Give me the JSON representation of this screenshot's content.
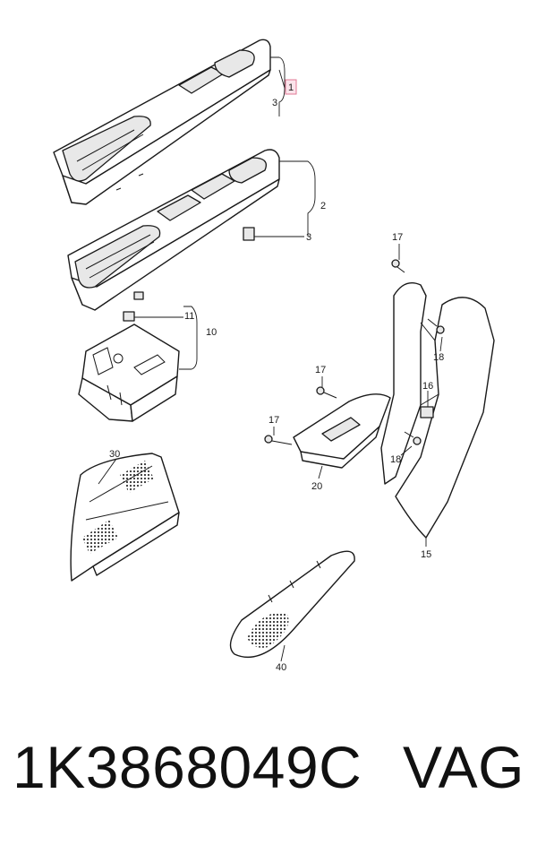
{
  "diagram": {
    "callouts": {
      "c1": "1",
      "c2": "2",
      "c3a": "3",
      "c3b": "3",
      "c10": "10",
      "c11": "11",
      "c15": "15",
      "c16": "16",
      "c17a": "17",
      "c17b": "17",
      "c17c": "17",
      "c18a": "18",
      "c18b": "18",
      "c20": "20",
      "c30": "30",
      "c40": "40"
    },
    "highlight_color": "#e07a95"
  },
  "footer": {
    "part_number": "1K3868049C",
    "brand": "VAG"
  }
}
